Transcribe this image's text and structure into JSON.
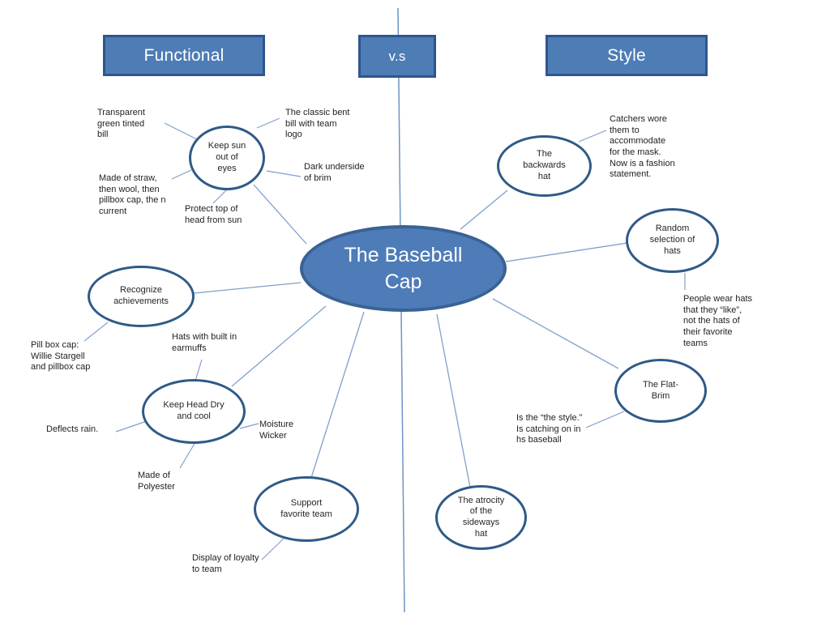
{
  "headers": {
    "functional": "Functional",
    "vs": "v.s",
    "style": "Style"
  },
  "center": {
    "label": "The Baseball\nCap"
  },
  "nodes": {
    "keep_sun": "Keep sun\nout of\neyes",
    "backwards_hat": "The\nbackwards\nhat",
    "random_hats": "Random\nselection of\nhats",
    "recognize": "Recognize\nachievements",
    "keep_dry": "Keep Head Dry\nand cool",
    "flat_brim": "The Flat-\nBrim",
    "support_team": "Support\nfavorite team",
    "atrocity": "The atrocity\nof the\nsideways\nhat"
  },
  "notes": {
    "transparent_bill": "Transparent\ngreen tinted\nbill",
    "classic_bill": "The classic bent\nbill with team\nlogo",
    "made_straw": "Made of straw,\nthen wool, then\npillbox cap, the n\ncurrent",
    "dark_underside": "Dark underside\nof brim",
    "protect_top": "Protect top of\nhead from sun",
    "catchers": "Catchers wore\nthem to\naccommodate\nfor the mask.\nNow is a fashion\nstatement.",
    "people_wear": "People wear hats\nthat they “like”,\nnot the hats of\ntheir favorite\nteams",
    "pillbox": "Pill box cap:\nWillie Stargell\nand pillbox cap",
    "earmuffs": "Hats with built in\nearmuffs",
    "deflects": "Deflects rain.",
    "moisture": "Moisture\nWicker",
    "polyester": "Made of\nPolyester",
    "is_style": "Is the “the style.”\nIs catching on in\nhs baseball",
    "display_loyalty": "Display of loyalty\nto team"
  },
  "colors": {
    "header_fill": "#4e7db5",
    "header_border": "#2f5590",
    "center_fill": "#4e7cb8",
    "center_border": "#3a6293",
    "node_border": "#2e5a87",
    "connector": "#80a0cc",
    "divider": "#6f94c4",
    "text": "#1f1f1f",
    "header_text": "#ffffff"
  }
}
